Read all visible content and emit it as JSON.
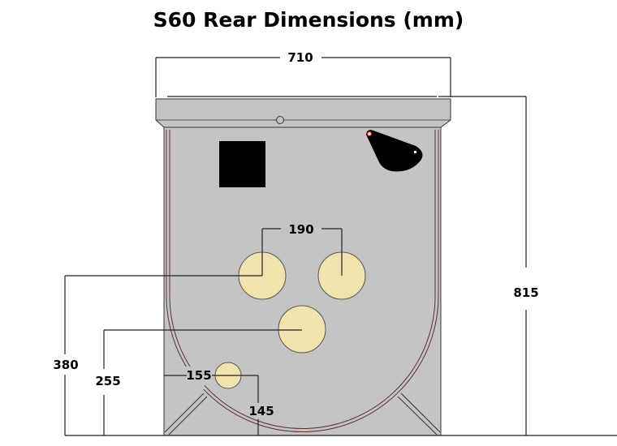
{
  "title": "S60 Rear Dimensions (mm)",
  "dimensions": {
    "width": "710",
    "height": "815",
    "outlet_spacing": "190",
    "upper_outlet_height": "380",
    "middle_outlet_height": "255",
    "small_outlet_side_offset": "155",
    "small_outlet_height": "145"
  },
  "colors": {
    "body": "#c4c4c4",
    "outlet": "#f0e4ae",
    "seam": "#5a3030"
  }
}
